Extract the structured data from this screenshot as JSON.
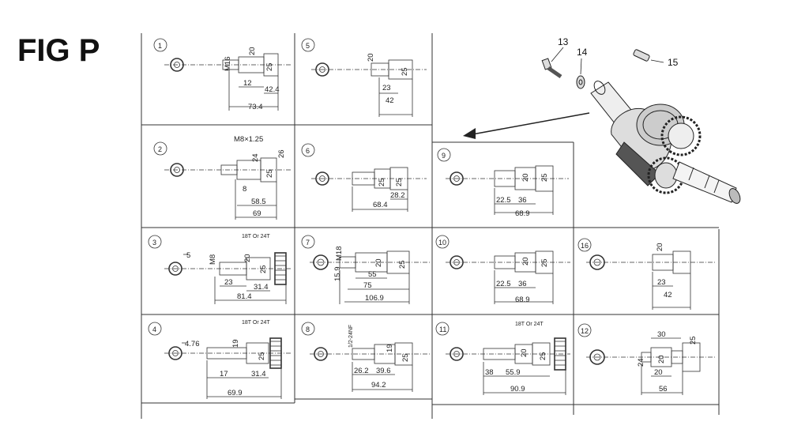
{
  "figure_title": "FIG P",
  "callouts": {
    "bolt": "13",
    "washer": "14",
    "key": "15"
  },
  "cells": {
    "c1": {
      "num": "1",
      "lbl_dia1": "M16",
      "lbl_dia2": "20",
      "lbl_dia3": "25",
      "lbl_len1": "12",
      "lbl_len2": "42.4",
      "lbl_total": "73.4"
    },
    "c2": {
      "num": "2",
      "lbl_thread": "M8×1.25",
      "lbl_dia1": "24",
      "lbl_dia2": "25",
      "lbl_dia3": "26",
      "lbl_len1": "8",
      "lbl_len2": "58.5",
      "lbl_total": "69"
    },
    "c3": {
      "num": "3",
      "lbl_keyw": "5",
      "lbl_thread": "M8",
      "lbl_dia1": "20",
      "lbl_dia2": "25",
      "lbl_gear": "18T Or 24T",
      "lbl_len1": "23",
      "lbl_len2": "31.4",
      "lbl_total": "81.4"
    },
    "c4": {
      "num": "4",
      "lbl_keyw": "4.76",
      "lbl_dia1": "19",
      "lbl_dia2": "25",
      "lbl_gear": "18T Or 24T",
      "lbl_len1": "17",
      "lbl_len2": "31.4",
      "lbl_total": "69.9"
    },
    "c5": {
      "num": "5",
      "lbl_dia1": "20",
      "lbl_dia2": "25",
      "lbl_len1": "23",
      "lbl_total": "42"
    },
    "c6": {
      "num": "6",
      "lbl_dia1": "25",
      "lbl_dia2": "25",
      "lbl_len1": "28.2",
      "lbl_total": "68.4"
    },
    "c7": {
      "num": "7",
      "lbl_thread": "M18",
      "lbl_dia0": "15.9",
      "lbl_dia1": "20",
      "lbl_dia2": "25",
      "lbl_len1": "55",
      "lbl_len2": "75",
      "lbl_total": "106.9"
    },
    "c8": {
      "num": "8",
      "lbl_taper": "1/2-24NF",
      "lbl_dia1": "19",
      "lbl_dia2": "25",
      "lbl_len1": "26.2",
      "lbl_len2": "39.6",
      "lbl_total": "94.2"
    },
    "c9": {
      "num": "9",
      "lbl_dia1": "20",
      "lbl_dia2": "25",
      "lbl_len1": "22.5",
      "lbl_len2": "36",
      "lbl_total": "68.9"
    },
    "c10": {
      "num": "10",
      "lbl_dia1": "20",
      "lbl_dia2": "25",
      "lbl_len1": "22.5",
      "lbl_len2": "36",
      "lbl_total": "68.9"
    },
    "c11": {
      "num": "11",
      "lbl_dia1": "20",
      "lbl_dia2": "25",
      "lbl_gear": "18T Or 24T",
      "lbl_len1": "38",
      "lbl_len2": "55.9",
      "lbl_total": "90.9"
    },
    "c12": {
      "num": "12",
      "lbl_dia0": "24",
      "lbl_dia1": "20",
      "lbl_dia2": "25",
      "lbl_len1": "30",
      "lbl_len2": "20",
      "lbl_total": "56"
    },
    "c16": {
      "num": "16",
      "lbl_dia1": "20",
      "lbl_len1": "23",
      "lbl_total": "42"
    }
  }
}
